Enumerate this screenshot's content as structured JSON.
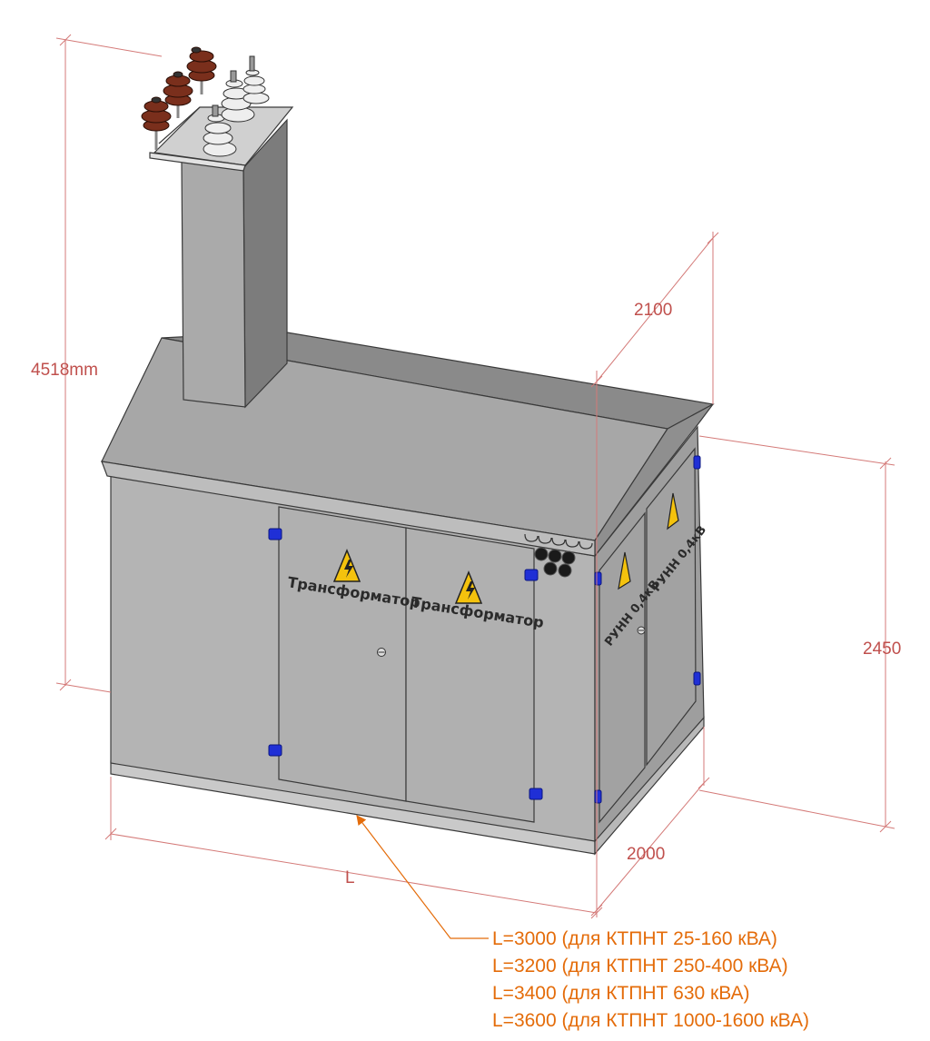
{
  "dimensions": {
    "total_height": "4518mm",
    "depth_top": "2100",
    "body_height": "2450",
    "width": "2000",
    "length": "L"
  },
  "door_labels": {
    "transformer_left": "Трансформатор",
    "transformer_right": "Трансформатор",
    "side_left": "РУНН 0,4кВ",
    "side_right": "РУНН 0,4кВ"
  },
  "length_notes": [
    "L=3000 (для КТПНТ 25-160 кВА)",
    "L=3200 (для КТПНТ 250-400 кВА)",
    "L=3400 (для КТПНТ 630 кВА)",
    "L=3600 (для КТПНТ 1000-1600 кВА)"
  ],
  "colors": {
    "dimension_lines": "#c0504d",
    "notes": "#e46c0a",
    "housing": "#a9a9a9",
    "hinges": "#1f2fd6",
    "insulator_brown": "#7a2f1c",
    "warning_sign": "#f4c20d"
  },
  "icons": [
    "high-voltage-warning-icon",
    "insulator-icon",
    "hinge-icon",
    "cable-gland-icon",
    "lock-icon"
  ]
}
